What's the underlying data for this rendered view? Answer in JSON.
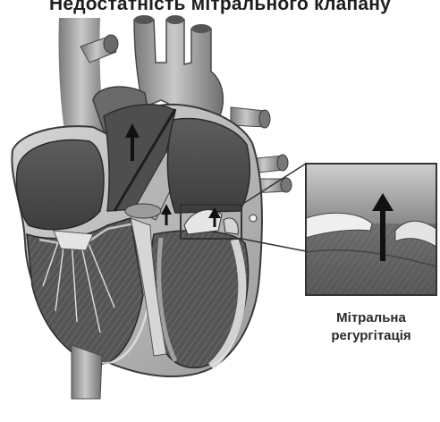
{
  "title": "Недостатність мітрального клапану",
  "caption": {
    "line1": "Мітральна",
    "line2": "регургітація"
  }
}
